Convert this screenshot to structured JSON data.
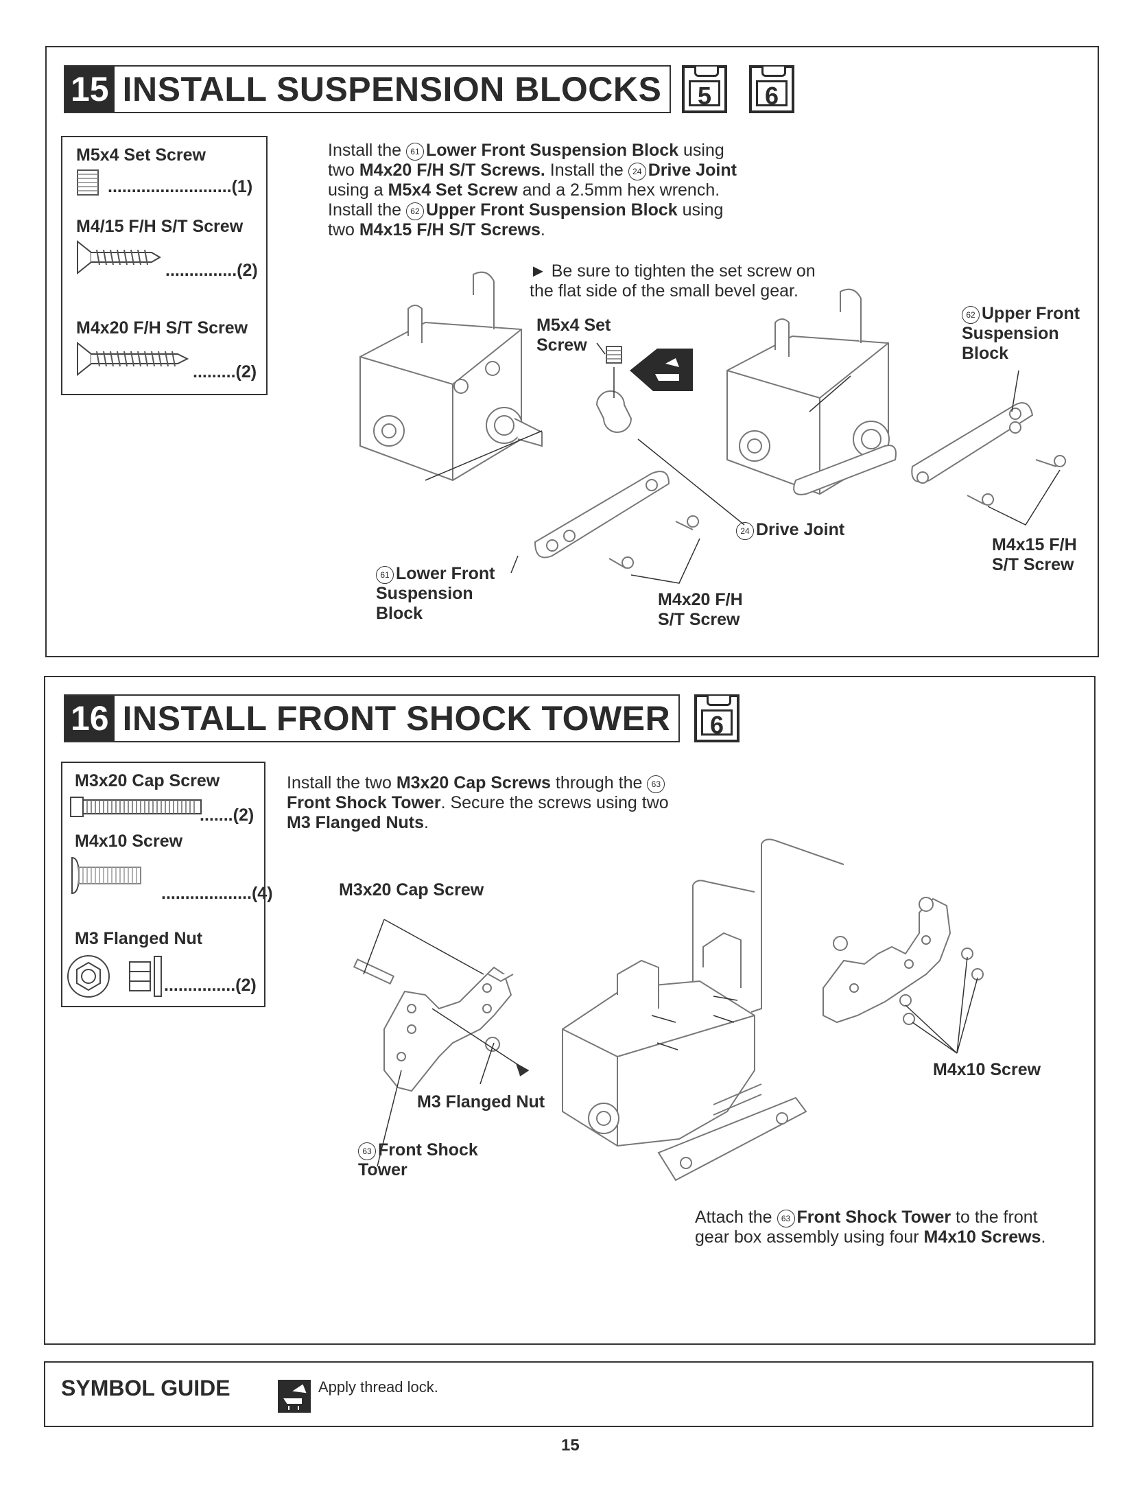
{
  "step15": {
    "number": "15",
    "title": "INSTALL SUSPENSION BLOCKS",
    "bags": [
      "5",
      "6"
    ],
    "parts": [
      {
        "name": "M5x4 Set Screw",
        "qty": "..........................(1)"
      },
      {
        "name": "M4/15 F/H S/T Screw",
        "qty": "...............(2)"
      },
      {
        "name": "M4x20 F/H S/T Screw",
        "qty": ".........(2)"
      }
    ],
    "instructions": {
      "p1": "Install the",
      "ref61": "61",
      "b1": "Lower Front Suspension Block",
      "p2": "using two",
      "b2": "M4x20 F/H S/T Screws.",
      "p3": "Install the",
      "ref24": "24",
      "b3": "Drive Joint",
      "p4": "using a",
      "b4": "M5x4 Set Screw",
      "p5": "and a 2.5mm hex wrench. Install the",
      "ref62": "62",
      "b5": "Upper Front Suspension Block",
      "p6": "using two",
      "b6": "M4x15 F/H S/T Screws",
      "p7": "."
    },
    "tip": "► Be sure to tighten the set screw on the flat side of the small bevel gear.",
    "callouts": {
      "set_screw": "M5x4 Set Screw",
      "upper_num": "62",
      "upper": "Upper Front Suspension Block",
      "drive_num": "24",
      "drive": "Drive Joint",
      "m4x15": "M4x15 F/H S/T Screw",
      "lower_num": "61",
      "lower": "Lower Front Suspension Block",
      "m4x20": "M4x20 F/H S/T Screw"
    }
  },
  "step16": {
    "number": "16",
    "title": "INSTALL FRONT SHOCK TOWER",
    "bags": [
      "6"
    ],
    "parts": [
      {
        "name": "M3x20 Cap Screw",
        "qty": ".......(2)"
      },
      {
        "name": "M4x10 Screw",
        "qty": "...................(4)"
      },
      {
        "name": "M3 Flanged Nut",
        "qty": "...............(2)"
      }
    ],
    "instructions": {
      "p1": "Install the two",
      "b1": "M3x20 Cap Screws",
      "p2": "through the",
      "ref63": "63",
      "b2": "Front Shock Tower",
      "p3": ". Secure the screws using two",
      "b3": "M3 Flanged Nuts",
      "p4": "."
    },
    "callouts": {
      "cap_screw": "M3x20 Cap Screw",
      "flanged_nut": "M3 Flanged Nut",
      "tower_num": "63",
      "tower": "Front Shock Tower",
      "m4x10": "M4x10 Screw"
    },
    "attach": {
      "p1": "Attach the",
      "ref63": "63",
      "b1": "Front Shock Tower",
      "p2": "to the front gear box assembly using four",
      "b2": "M4x10 Screws",
      "p3": "."
    }
  },
  "symbol_guide": {
    "title": "SYMBOL GUIDE",
    "icon": "thread-lock-icon",
    "text": "Apply thread lock."
  },
  "page_number": "15"
}
